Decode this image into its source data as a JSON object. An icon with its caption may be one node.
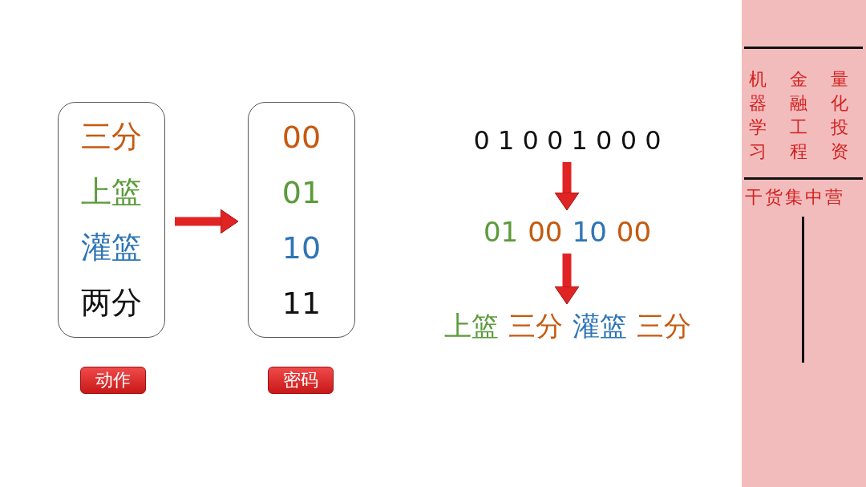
{
  "diagram": {
    "nodes": [
      {
        "text": [
          "三分",
          "上篮",
          "灌篮",
          "两分"
        ]
      },
      {
        "text": [
          "00",
          "01",
          "10",
          "11"
        ]
      },
      {
        "text": [
          "动作"
        ]
      },
      {
        "text": [
          "密码"
        ]
      },
      {
        "text": [
          "0 1 0 0 1 0 0 0"
        ]
      },
      {
        "text": [
          "01",
          "00",
          "10",
          "00"
        ]
      },
      {
        "text": [
          "上篮",
          "三分",
          "灌篮",
          "三分"
        ]
      }
    ],
    "edges": [
      {
        "from": 0,
        "to": 1,
        "arrow": "to"
      },
      {
        "from": 4,
        "to": 5,
        "arrow": "to"
      },
      {
        "from": 5,
        "to": 6,
        "arrow": "to"
      }
    ],
    "labels": [
      "机器学习",
      "金融工程",
      "量化投资",
      "干货集中营"
    ]
  }
}
